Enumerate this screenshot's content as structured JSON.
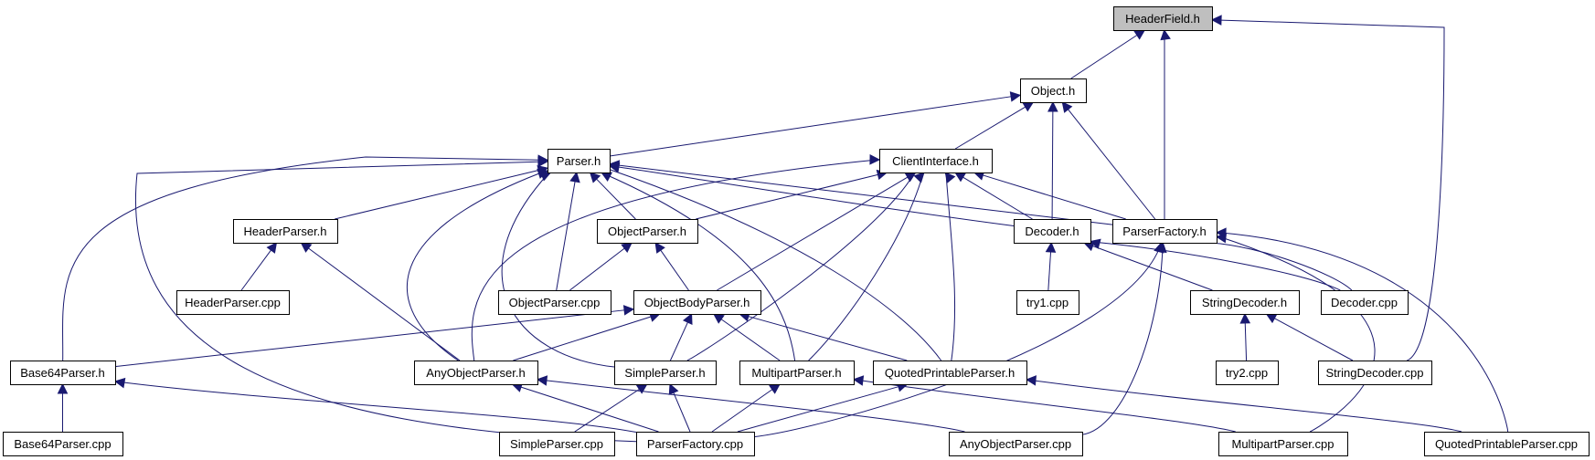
{
  "colors": {
    "edge": "#191970",
    "root_fill": "#bfbfbf",
    "node_fill": "#ffffff",
    "border": "#000000"
  },
  "nodes": [
    {
      "id": "headerfield_h",
      "label": "HeaderField.h",
      "root": true
    },
    {
      "id": "object_h",
      "label": "Object.h"
    },
    {
      "id": "parser_h",
      "label": "Parser.h"
    },
    {
      "id": "clientinterface_h",
      "label": "ClientInterface.h"
    },
    {
      "id": "headerparser_h",
      "label": "HeaderParser.h"
    },
    {
      "id": "objectparser_h",
      "label": "ObjectParser.h"
    },
    {
      "id": "decoder_h",
      "label": "Decoder.h"
    },
    {
      "id": "parserfactory_h",
      "label": "ParserFactory.h"
    },
    {
      "id": "headerparser_cpp",
      "label": "HeaderParser.cpp"
    },
    {
      "id": "objectparser_cpp",
      "label": "ObjectParser.cpp"
    },
    {
      "id": "objectbodyparser_h",
      "label": "ObjectBodyParser.h"
    },
    {
      "id": "try1_cpp",
      "label": "try1.cpp"
    },
    {
      "id": "stringdecoder_h",
      "label": "StringDecoder.h"
    },
    {
      "id": "decoder_cpp",
      "label": "Decoder.cpp"
    },
    {
      "id": "base64parser_h",
      "label": "Base64Parser.h"
    },
    {
      "id": "anyobjectparser_h",
      "label": "AnyObjectParser.h"
    },
    {
      "id": "simpleparser_h",
      "label": "SimpleParser.h"
    },
    {
      "id": "multipartparser_h",
      "label": "MultipartParser.h"
    },
    {
      "id": "quotedprintableparser_h",
      "label": "QuotedPrintableParser.h"
    },
    {
      "id": "try2_cpp",
      "label": "try2.cpp"
    },
    {
      "id": "stringdecoder_cpp",
      "label": "StringDecoder.cpp"
    },
    {
      "id": "base64parser_cpp",
      "label": "Base64Parser.cpp"
    },
    {
      "id": "simpleparser_cpp",
      "label": "SimpleParser.cpp"
    },
    {
      "id": "parserfactory_cpp",
      "label": "ParserFactory.cpp"
    },
    {
      "id": "anyobjectparser_cpp",
      "label": "AnyObjectParser.cpp"
    },
    {
      "id": "multipartparser_cpp",
      "label": "MultipartParser.cpp"
    },
    {
      "id": "quotedprintableparser_cpp",
      "label": "QuotedPrintableParser.cpp"
    }
  ],
  "edges": [
    {
      "from": "object_h",
      "to": "headerfield_h"
    },
    {
      "from": "parserfactory_h",
      "to": "headerfield_h"
    },
    {
      "from": "stringdecoder_cpp",
      "to": "headerfield_h"
    },
    {
      "from": "parser_h",
      "to": "object_h"
    },
    {
      "from": "clientinterface_h",
      "to": "object_h"
    },
    {
      "from": "decoder_h",
      "to": "object_h"
    },
    {
      "from": "parserfactory_h",
      "to": "object_h"
    },
    {
      "from": "headerparser_h",
      "to": "parser_h"
    },
    {
      "from": "objectparser_h",
      "to": "parser_h"
    },
    {
      "from": "decoder_h",
      "to": "parser_h"
    },
    {
      "from": "parserfactory_h",
      "to": "parser_h"
    },
    {
      "from": "objectparser_cpp",
      "to": "parser_h"
    },
    {
      "from": "base64parser_h",
      "to": "parser_h"
    },
    {
      "from": "anyobjectparser_h",
      "to": "parser_h"
    },
    {
      "from": "simpleparser_h",
      "to": "parser_h"
    },
    {
      "from": "multipartparser_h",
      "to": "parser_h"
    },
    {
      "from": "quotedprintableparser_h",
      "to": "parser_h"
    },
    {
      "from": "parserfactory_cpp",
      "to": "parser_h"
    },
    {
      "from": "objectparser_h",
      "to": "clientinterface_h"
    },
    {
      "from": "decoder_h",
      "to": "clientinterface_h"
    },
    {
      "from": "parserfactory_h",
      "to": "clientinterface_h"
    },
    {
      "from": "objectbodyparser_h",
      "to": "clientinterface_h"
    },
    {
      "from": "anyobjectparser_h",
      "to": "clientinterface_h"
    },
    {
      "from": "simpleparser_h",
      "to": "clientinterface_h"
    },
    {
      "from": "multipartparser_h",
      "to": "clientinterface_h"
    },
    {
      "from": "quotedprintableparser_h",
      "to": "clientinterface_h"
    },
    {
      "from": "headerparser_cpp",
      "to": "headerparser_h"
    },
    {
      "from": "anyobjectparser_h",
      "to": "headerparser_h"
    },
    {
      "from": "objectparser_cpp",
      "to": "objectparser_h"
    },
    {
      "from": "objectbodyparser_h",
      "to": "objectparser_h"
    },
    {
      "from": "try1_cpp",
      "to": "decoder_h"
    },
    {
      "from": "stringdecoder_h",
      "to": "decoder_h"
    },
    {
      "from": "decoder_cpp",
      "to": "decoder_h"
    },
    {
      "from": "decoder_cpp",
      "to": "parserfactory_h"
    },
    {
      "from": "parserfactory_cpp",
      "to": "parserfactory_h"
    },
    {
      "from": "anyobjectparser_cpp",
      "to": "parserfactory_h"
    },
    {
      "from": "multipartparser_cpp",
      "to": "parserfactory_h"
    },
    {
      "from": "quotedprintableparser_cpp",
      "to": "parserfactory_h"
    },
    {
      "from": "base64parser_h",
      "to": "objectbodyparser_h"
    },
    {
      "from": "anyobjectparser_h",
      "to": "objectbodyparser_h"
    },
    {
      "from": "simpleparser_h",
      "to": "objectbodyparser_h"
    },
    {
      "from": "multipartparser_h",
      "to": "objectbodyparser_h"
    },
    {
      "from": "quotedprintableparser_h",
      "to": "objectbodyparser_h"
    },
    {
      "from": "try2_cpp",
      "to": "stringdecoder_h"
    },
    {
      "from": "stringdecoder_cpp",
      "to": "stringdecoder_h"
    },
    {
      "from": "base64parser_cpp",
      "to": "base64parser_h"
    },
    {
      "from": "parserfactory_cpp",
      "to": "base64parser_h"
    },
    {
      "from": "parserfactory_cpp",
      "to": "anyobjectparser_h"
    },
    {
      "from": "anyobjectparser_cpp",
      "to": "anyobjectparser_h"
    },
    {
      "from": "simpleparser_cpp",
      "to": "simpleparser_h"
    },
    {
      "from": "parserfactory_cpp",
      "to": "simpleparser_h"
    },
    {
      "from": "parserfactory_cpp",
      "to": "multipartparser_h"
    },
    {
      "from": "multipartparser_cpp",
      "to": "multipartparser_h"
    },
    {
      "from": "parserfactory_cpp",
      "to": "quotedprintableparser_h"
    },
    {
      "from": "quotedprintableparser_cpp",
      "to": "quotedprintableparser_h"
    }
  ]
}
